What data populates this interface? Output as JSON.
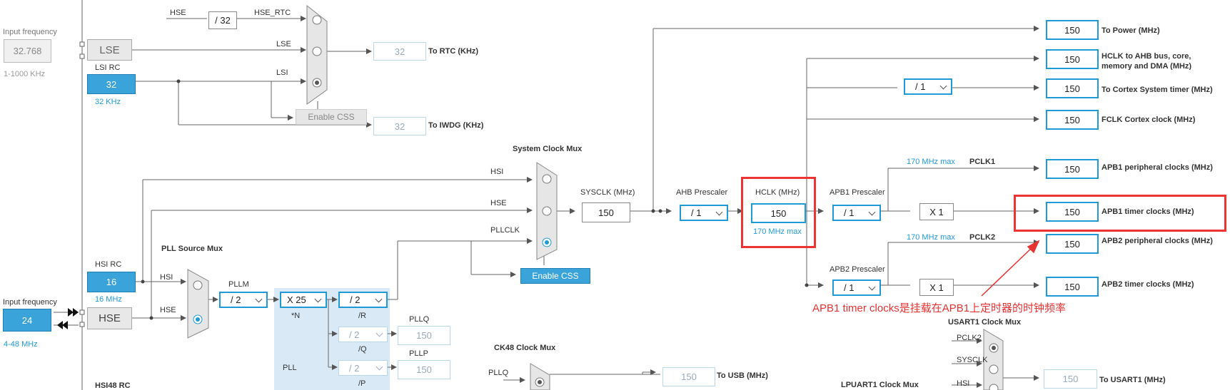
{
  "rtc_mux": {
    "hse": "HSE",
    "div32": "/ 32",
    "hse_rtc": "HSE_RTC",
    "lse": "LSE",
    "lsi": "LSI",
    "to_rtc_value": "32",
    "to_rtc_label": "To RTC (KHz)",
    "to_iwdg_value": "32",
    "to_iwdg_label": "To IWDG (KHz)",
    "enable_css": "Enable CSS"
  },
  "lse": {
    "input_frequency_label": "Input frequency",
    "input_value": "32.768",
    "range": "1-1000 KHz",
    "box_label": "LSE"
  },
  "lsi": {
    "title": "LSI RC",
    "value": "32",
    "unit": "32 KHz"
  },
  "hsi": {
    "title": "HSI RC",
    "value": "16",
    "unit": "16 MHz"
  },
  "hse": {
    "input_frequency_label": "Input frequency",
    "input_value": "24",
    "range": "4-48 MHz",
    "box_label": "HSE"
  },
  "hsi48": {
    "title": "HSI48 RC"
  },
  "pll_source_mux": {
    "title": "PLL Source Mux",
    "hsi": "HSI",
    "hse": "HSE"
  },
  "pll": {
    "title": "PLL",
    "pllm_label": "PLLM",
    "pllm_value": "/ 2",
    "n_value": "X 25",
    "n_label": "*N",
    "r_value": "/ 2",
    "r_label": "/R",
    "q_value": "/ 2",
    "q_label": "/Q",
    "p_value": "/ 2",
    "p_label": "/P",
    "pllq_label": "PLLQ",
    "pllq_value": "150",
    "pllp_label": "PLLP",
    "pllp_value": "150"
  },
  "system_clock_mux": {
    "title": "System Clock Mux",
    "hsi": "HSI",
    "hse": "HSE",
    "pllclk": "PLLCLK",
    "enable_css": "Enable CSS"
  },
  "sysclk": {
    "label": "SYSCLK (MHz)",
    "value": "150"
  },
  "ahb_prescaler": {
    "label": "AHB Prescaler",
    "value": "/ 1"
  },
  "hclk": {
    "label": "HCLK (MHz)",
    "value": "150",
    "max": "170 MHz max"
  },
  "apb1": {
    "label": "APB1 Prescaler",
    "value": "/ 1",
    "max": "170 MHz max",
    "pclk": "PCLK1",
    "mult": "X 1"
  },
  "apb2": {
    "label": "APB2 Prescaler",
    "value": "/ 1",
    "max": "170 MHz max",
    "pclk": "PCLK2",
    "mult": "X 1"
  },
  "cortex_timer_div": "/ 1",
  "outputs": [
    {
      "value": "150",
      "label": "To Power (MHz)"
    },
    {
      "value": "150",
      "label": "HCLK to AHB bus, core, memory and DMA (MHz)"
    },
    {
      "value": "150",
      "label": "To Cortex System timer (MHz)"
    },
    {
      "value": "150",
      "label": "FCLK Cortex clock (MHz)"
    },
    {
      "value": "150",
      "label": "APB1 peripheral clocks (MHz)"
    },
    {
      "value": "150",
      "label": "APB1 timer clocks (MHz)"
    },
    {
      "value": "150",
      "label": "APB2 peripheral clocks (MHz)"
    },
    {
      "value": "150",
      "label": "APB2 timer clocks (MHz)"
    }
  ],
  "ck48_mux": {
    "title": "CK48 Clock Mux",
    "pllq": "PLLQ",
    "to_usb_value": "150",
    "to_usb_label": "To USB (MHz)"
  },
  "usart1_mux": {
    "title": "USART1 Clock Mux",
    "pclk2": "PCLK2",
    "sysclk": "SYSCLK",
    "hsi": "HSI",
    "to_usart1_value": "150",
    "to_usart1_label": "To USART1 (MHz)"
  },
  "lpuart1_mux": {
    "title": "LPUART1 Clock Mux"
  },
  "annotation": "APB1 timer clocks是挂载在APB1上定时器的时钟频率",
  "colors": {
    "accent": "#1f9ad6",
    "highlight": "#ee3333",
    "pll_region": "#d9e9f5"
  }
}
